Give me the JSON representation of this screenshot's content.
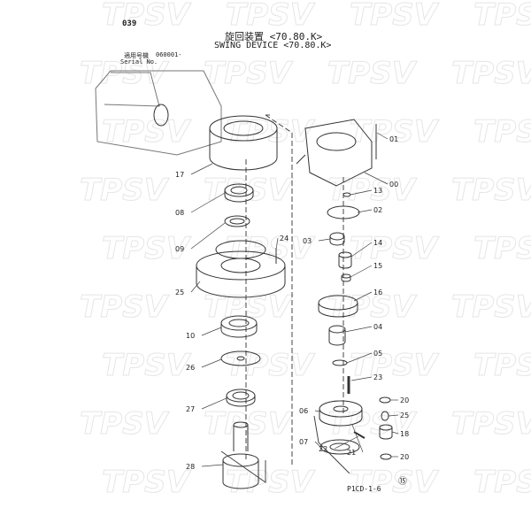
{
  "header": {
    "page_number": "039",
    "title_jp": "旋回装置 <70.80.K>",
    "title_en": "SWING DEVICE <70.80.K>",
    "serial_label_jp": "適用号機",
    "serial_label_en": "Serial No.",
    "serial_value": "060001-"
  },
  "watermark": "TPSV",
  "parts": [
    {
      "no": "17"
    },
    {
      "no": "08"
    },
    {
      "no": "09"
    },
    {
      "no": "24"
    },
    {
      "no": "25"
    },
    {
      "no": "10"
    },
    {
      "no": "26"
    },
    {
      "no": "27"
    },
    {
      "no": "28"
    },
    {
      "no": "01"
    },
    {
      "no": "00"
    },
    {
      "no": "13"
    },
    {
      "no": "02"
    },
    {
      "no": "03"
    },
    {
      "no": "14"
    },
    {
      "no": "15"
    },
    {
      "no": "16"
    },
    {
      "no": "04"
    },
    {
      "no": "05"
    },
    {
      "no": "23"
    },
    {
      "no": "20"
    },
    {
      "no": "25"
    },
    {
      "no": "18"
    },
    {
      "no": "20"
    },
    {
      "no": "06"
    },
    {
      "no": "07"
    },
    {
      "no": "22"
    },
    {
      "no": "21"
    }
  ],
  "footer": {
    "code": "P1CD-1-6",
    "symbol": "⑮"
  }
}
